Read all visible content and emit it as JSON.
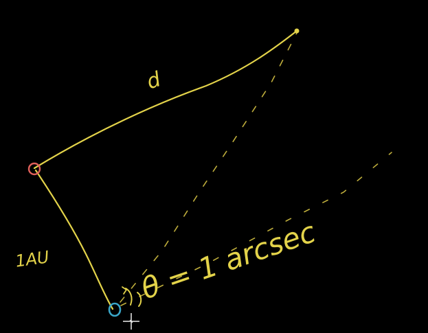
{
  "canvas": {
    "background": "#000000"
  },
  "colors": {
    "yellow": "#e3d34a",
    "yellow_dashed": "#bfae3c",
    "sun_red": "#e0605a",
    "earth_blue": "#3aa6c8",
    "cursor": "#f0f0f0"
  },
  "labels": {
    "distance": "d",
    "baseline": "1AU",
    "angle": "θ = 1 arcsec"
  },
  "icons": {
    "cursor": "crosshair-cursor-icon"
  }
}
